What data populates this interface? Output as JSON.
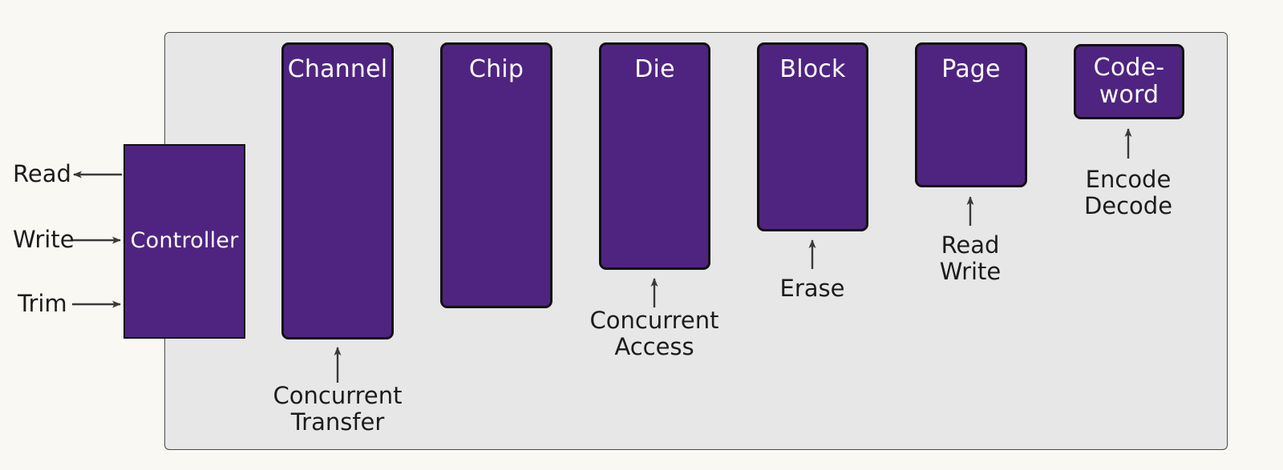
{
  "diagram": {
    "title": "SSD flash hierarchy block diagram",
    "page_background": "#faf8f3",
    "panel_background": "#e7e7e7",
    "node_fill": "#4f2480",
    "node_text_color": "#ffffff",
    "label_text_color": "#1c1c1c",
    "arrow_color": "#3a3a3a"
  },
  "controller": {
    "label": "Controller"
  },
  "io_labels": [
    {
      "text": "Read",
      "direction": "out"
    },
    {
      "text": "Write",
      "direction": "in"
    },
    {
      "text": "Trim",
      "direction": "in"
    }
  ],
  "nodes": [
    {
      "label": "Channel",
      "operation": "Concurrent\nTransfer"
    },
    {
      "label": "Chip",
      "operation": ""
    },
    {
      "label": "Die",
      "operation": "Concurrent\nAccess"
    },
    {
      "label": "Block",
      "operation": "Erase"
    },
    {
      "label": "Page",
      "operation": "Read\nWrite"
    },
    {
      "label": "Code-\nword",
      "operation": "Encode\nDecode"
    }
  ]
}
